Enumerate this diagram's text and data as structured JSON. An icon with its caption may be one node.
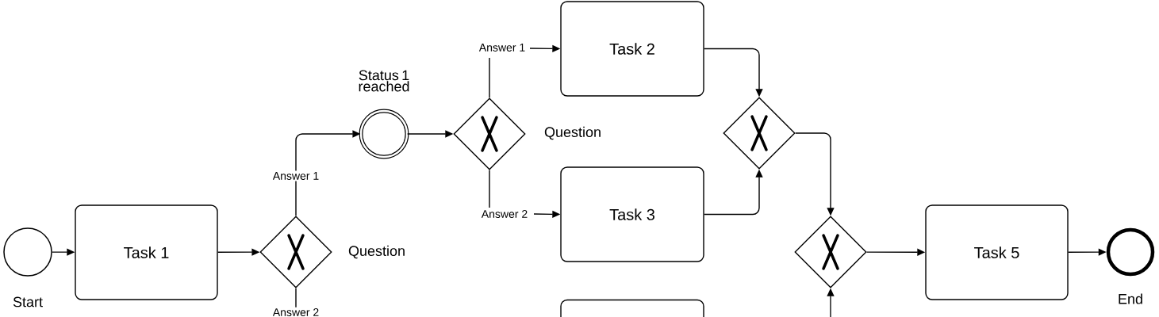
{
  "diagram": {
    "nodes": [
      {
        "text": [],
        "shape": "circle",
        "beside": [
          "Start"
        ]
      },
      {
        "text": [
          "Task 1"
        ]
      },
      {
        "text": [],
        "shape": "diamond",
        "beside": [
          "Question"
        ]
      },
      {
        "text": [],
        "shape": "circle",
        "beside": [
          "Status 1 reached"
        ]
      },
      {
        "text": [],
        "shape": "diamond",
        "beside": [
          "Question"
        ]
      },
      {
        "text": [
          "Task 2"
        ]
      },
      {
        "text": [
          "Task 3"
        ]
      },
      {
        "text": [],
        "shape": "box"
      },
      {
        "text": [],
        "shape": "diamond"
      },
      {
        "text": [],
        "shape": "diamond"
      },
      {
        "text": [
          "Task 5"
        ]
      },
      {
        "text": [],
        "shape": "circle",
        "beside": [
          "End"
        ]
      }
    ],
    "edges": [
      {
        "from": 0,
        "to": 1,
        "arrow": "to"
      },
      {
        "from": 1,
        "to": 2,
        "arrow": "to"
      },
      {
        "from": 2,
        "to": 3,
        "arrow": "to",
        "label": "Answer 1"
      },
      {
        "from": 2,
        "to": null,
        "arrow": "none",
        "label": "Answer 2"
      },
      {
        "from": 3,
        "to": 4,
        "arrow": "to"
      },
      {
        "from": 4,
        "to": 5,
        "arrow": "to",
        "label": "Answer 1"
      },
      {
        "from": 4,
        "to": 6,
        "arrow": "to",
        "label": "Answer 2"
      },
      {
        "from": 5,
        "to": 8,
        "arrow": "to"
      },
      {
        "from": 6,
        "to": 8,
        "arrow": "to"
      },
      {
        "from": 8,
        "to": 9,
        "arrow": "to"
      },
      {
        "from": null,
        "to": 9,
        "arrow": "to"
      },
      {
        "from": 9,
        "to": 10,
        "arrow": "to"
      },
      {
        "from": 10,
        "to": 11,
        "arrow": "to"
      }
    ]
  }
}
